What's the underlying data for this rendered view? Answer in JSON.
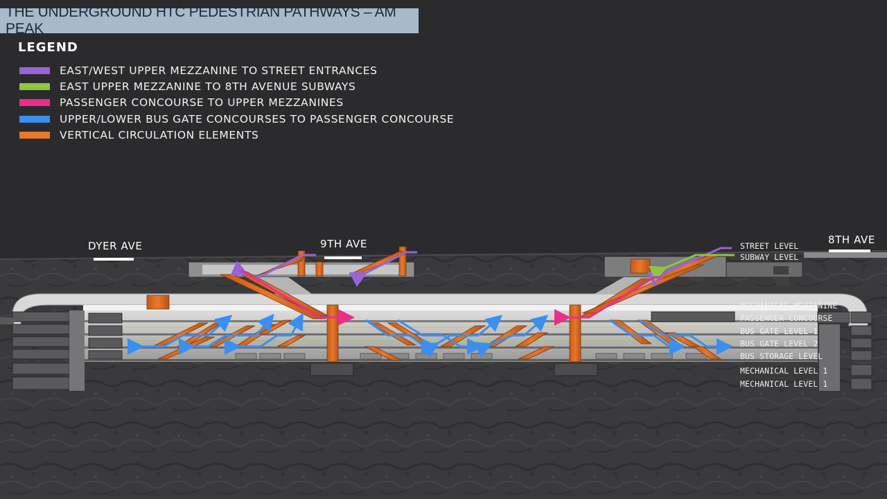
{
  "title": "THE UNDERGROUND HTC PEDESTRIAN PATHWAYS – AM PEAK",
  "legend": {
    "heading": "LEGEND",
    "items": [
      {
        "label": "EAST/WEST UPPER MEZZANINE TO STREET ENTRANCES",
        "color": "#9a63d6"
      },
      {
        "label": "EAST UPPER MEZZANINE TO 8TH AVENUE SUBWAYS",
        "color": "#8dc63f"
      },
      {
        "label": "PASSENGER CONCOURSE TO UPPER MEZZANINES",
        "color": "#ea2f8a"
      },
      {
        "label": "UPPER/LOWER BUS GATE CONCOURSES TO PASSENGER CONCOURSE",
        "color": "#3a8ff0"
      },
      {
        "label": "VERTICAL CIRCULATION ELEMENTS",
        "color": "#e8782a"
      }
    ]
  },
  "streets": {
    "dyer": "DYER AVE",
    "ninth": "9TH AVE",
    "eighth": "8TH AVE"
  },
  "levels": [
    "STREET LEVEL",
    "SUBWAY LEVEL",
    "MECHANICAL MEZZANINE",
    "PASSENGER CONCOURSE",
    "BUS GATE LEVEL 1",
    "BUS GATE LEVEL 2",
    "BUS STORAGE LEVEL",
    "MECHANICAL LEVEL 1",
    "MECHANICAL LEVEL 1"
  ]
}
